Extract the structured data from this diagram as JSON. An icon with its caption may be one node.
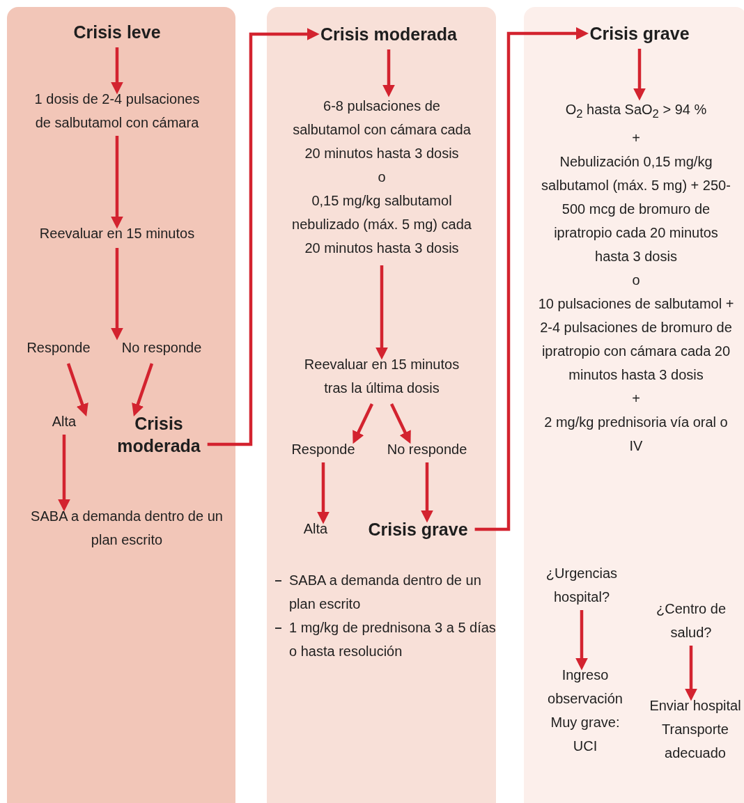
{
  "diagram": {
    "nodes": [
      {
        "text": [],
        "shape": "box"
      },
      {
        "text": [
          "Crisis leve"
        ],
        "in": 0
      },
      {
        "text": [
          "1 dosis de 2-4 pulsaciones de salbutamol con cámara"
        ],
        "in": 0
      },
      {
        "text": [
          "Reevaluar en 15 minutos"
        ],
        "in": 0
      },
      {
        "text": [
          "Responde"
        ],
        "in": 0
      },
      {
        "text": [
          "No responde"
        ],
        "in": 0
      },
      {
        "text": [
          "Alta"
        ],
        "in": 0
      },
      {
        "text": [
          "Crisis moderada"
        ],
        "in": 0
      },
      {
        "text": [
          "SABA a demanda dentro de un plan escrito"
        ],
        "in": 0
      },
      {
        "text": [],
        "shape": "box"
      },
      {
        "text": [
          "Crisis moderada"
        ],
        "in": 9
      },
      {
        "text": [
          "6-8 pulsaciones de salbutamol con cámara cada 20 minutos hasta 3 dosis",
          "o",
          "0,15 mg/kg salbutamol nebulizado (máx. 5 mg) cada 20 minutos hasta 3 dosis"
        ],
        "in": 9
      },
      {
        "text": [
          "Reevaluar en 15 minutos tras la última dosis"
        ],
        "in": 9
      },
      {
        "text": [
          "Responde"
        ],
        "in": 9
      },
      {
        "text": [
          "No responde"
        ],
        "in": 9
      },
      {
        "text": [
          "Alta"
        ],
        "in": 9
      },
      {
        "text": [
          "Crisis grave"
        ],
        "in": 9
      },
      {
        "text": [],
        "shape": "box"
      },
      {
        "text": [
          "Crisis grave"
        ],
        "in": 17
      },
      {
        "text": [
          "O$_{2}$ hasta SaO$_{2}$ > 94 %",
          "+",
          "Nebulización 0,15 mg/kg salbutamol (máx. 5 mg) + 250-500 mcg de bromuro de ipratropio cada 20 minutos hasta 3 dosis",
          "o",
          "10 pulsaciones de salbutamol + 2-4 pulsaciones de bromuro de ipratropio con cámara cada 20 minutos hasta 3 dosis",
          "+",
          "2 mg/kg prednisoria vía oral o IV"
        ],
        "in": 17
      },
      {
        "text": [
          "¿Urgencias hospital?"
        ],
        "in": 17
      },
      {
        "text": [
          "¿Centro de salud?"
        ],
        "in": 17
      },
      {
        "text": [
          "Ingreso observación Muy grave: UCI"
        ],
        "in": 17
      },
      {
        "text": [
          "Enviar hospital Transporte adecuado"
        ],
        "in": 17
      }
    ],
    "edges": [
      {
        "from": 1,
        "to": 2,
        "arrow": "to"
      },
      {
        "from": 2,
        "to": 3,
        "arrow": "to"
      },
      {
        "from": 3,
        "to": 4,
        "arrow": "to"
      },
      {
        "from": 3,
        "to": 5,
        "arrow": "to"
      },
      {
        "from": 4,
        "to": 6,
        "arrow": "to"
      },
      {
        "from": 5,
        "to": 7,
        "arrow": "to"
      },
      {
        "from": 6,
        "to": 8,
        "arrow": "to"
      },
      {
        "from": 7,
        "to": 10,
        "arrow": "to"
      },
      {
        "from": 10,
        "to": 11,
        "arrow": "to"
      },
      {
        "from": 11,
        "to": 12,
        "arrow": "to"
      },
      {
        "from": 12,
        "to": 13,
        "arrow": "to"
      },
      {
        "from": 12,
        "to": 14,
        "arrow": "to"
      },
      {
        "from": 13,
        "to": 15,
        "arrow": "to"
      },
      {
        "from": 14,
        "to": 16,
        "arrow": "to"
      },
      {
        "from": 16,
        "to": 18,
        "arrow": "to"
      },
      {
        "from": 18,
        "to": 19,
        "arrow": "to"
      },
      {
        "from": 20,
        "to": 22,
        "arrow": "to"
      },
      {
        "from": 21,
        "to": 23,
        "arrow": "to"
      }
    ],
    "labels": [
      "SABA a demanda dentro de un plan escrito",
      "1 mg/kg de prednisona 3 a 5 días o hasta resolución"
    ]
  }
}
